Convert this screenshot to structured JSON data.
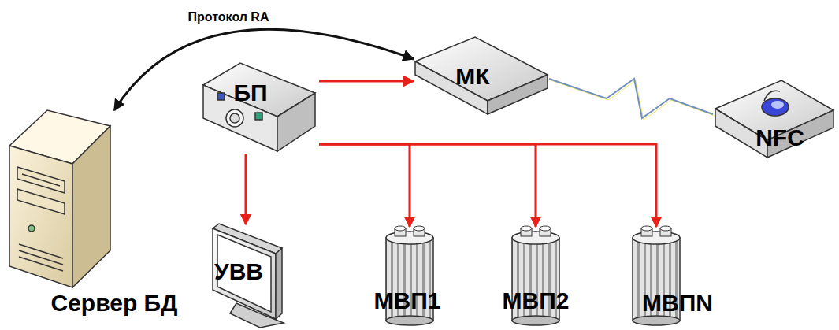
{
  "diagram": {
    "nodes": [
      {
        "text": [
          "БП"
        ]
      },
      {
        "text": [
          "МК"
        ]
      },
      {
        "text": [
          "NFC"
        ]
      },
      {
        "text": [
          "Сервер БД"
        ]
      },
      {
        "text": [
          "УВВ"
        ]
      },
      {
        "text": [
          "МВП1"
        ]
      },
      {
        "text": [
          "МВП2"
        ]
      },
      {
        "text": [
          "МВПN"
        ]
      }
    ],
    "edges": [
      {
        "from": 3,
        "to": 1,
        "arrow": "both",
        "label": "Протокол RA"
      },
      {
        "from": 0,
        "to": 1,
        "arrow": "to"
      },
      {
        "from": 1,
        "to": 2,
        "arrow": "none"
      },
      {
        "from": 0,
        "to": 4,
        "arrow": "to"
      },
      {
        "from": 0,
        "to": 5,
        "arrow": "to"
      },
      {
        "from": 0,
        "to": 6,
        "arrow": "to"
      },
      {
        "from": 0,
        "to": 7,
        "arrow": "to"
      }
    ]
  }
}
